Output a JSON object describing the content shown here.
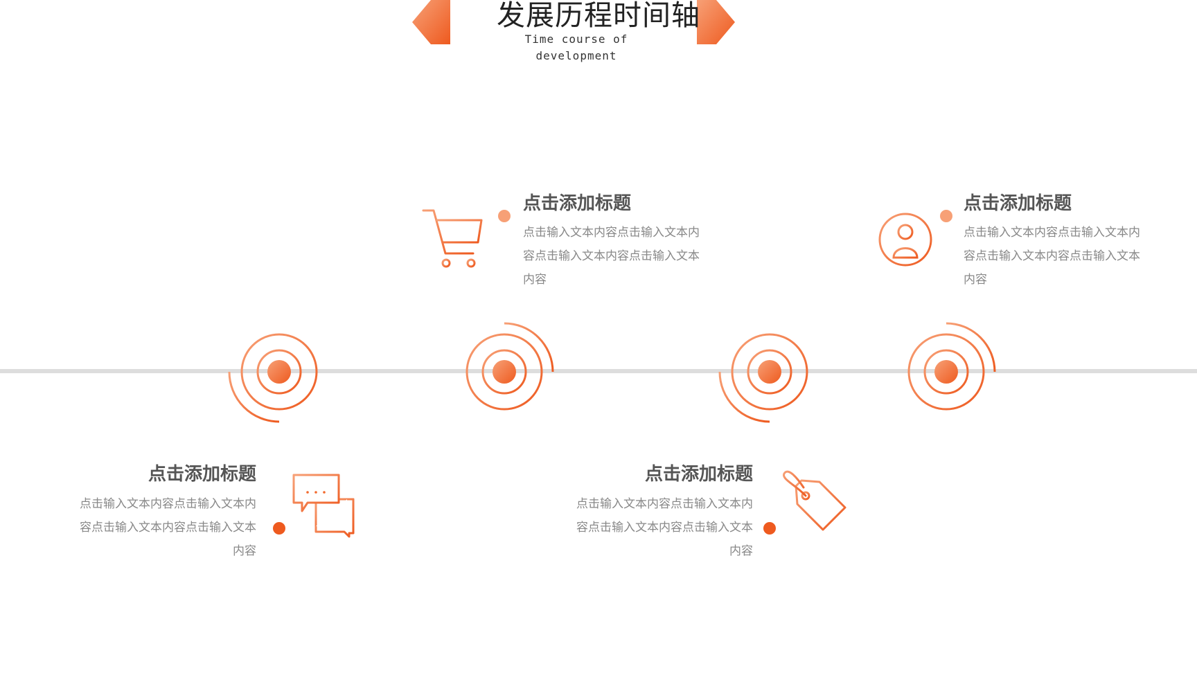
{
  "header": {
    "title": "发展历程时间轴",
    "subtitle_line1": "Time course of",
    "subtitle_line2": "development"
  },
  "colors": {
    "accent_light": "#f7a076",
    "accent": "#f26a2e",
    "accent_dark": "#ee5a1f",
    "timeline": "#dddddd",
    "title_text": "#555555",
    "body_text": "#888888"
  },
  "events": [
    {
      "title": "点击添加标题",
      "body": "点击输入文本内容点击输入文本内容点击输入文本内容点击输入文本内容",
      "icon": "chat-bubbles-icon"
    },
    {
      "title": "点击添加标题",
      "body": "点击输入文本内容点击输入文本内容点击输入文本内容点击输入文本内容",
      "icon": "shopping-cart-icon"
    },
    {
      "title": "点击添加标题",
      "body": "点击输入文本内容点击输入文本内容点击输入文本内容点击输入文本内容",
      "icon": "price-tag-icon"
    },
    {
      "title": "点击添加标题",
      "body": "点击输入文本内容点击输入文本内容点击输入文本内容点击输入文本内容",
      "icon": "user-target-icon"
    }
  ]
}
